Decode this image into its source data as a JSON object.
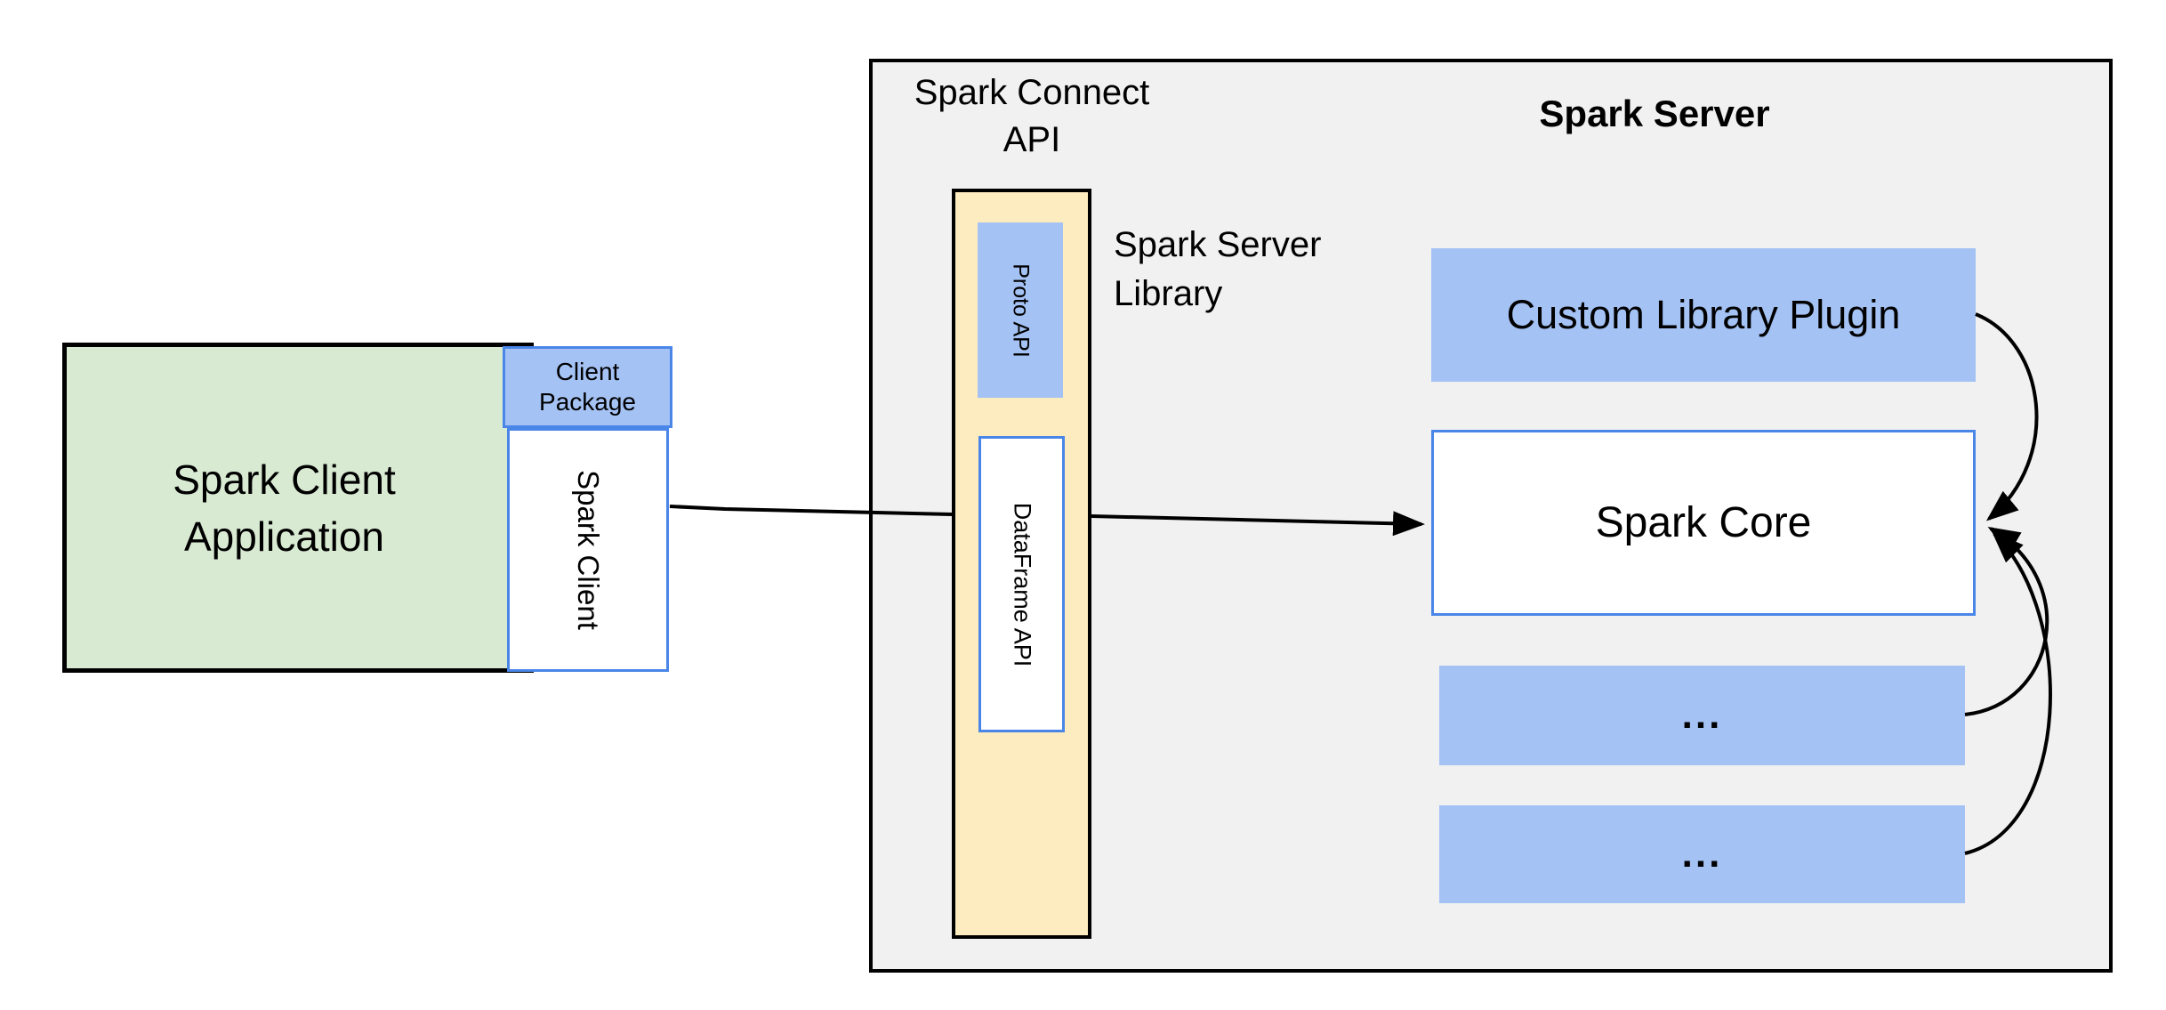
{
  "colors": {
    "panel-fill": "#f1f1f2",
    "panel-border": "#000000",
    "green-fill": "#d9ead3",
    "blue-fill": "#a4c2f4",
    "blue-border": "#4a86e8",
    "yellow-fill": "#fdecbf",
    "arrow": "#000000",
    "text": "#000000"
  },
  "client": {
    "application_label_lines": [
      "Spark Client",
      "Application"
    ],
    "package_label_lines": [
      "Client",
      "Package"
    ],
    "spark_client_label": "Spark Client"
  },
  "connect_panel": {
    "api_label_lines": [
      "Spark Connect",
      "API"
    ],
    "proto_api_label": "Proto API",
    "dataframe_api_label": "DataFrame API",
    "server_library_label_lines": [
      "Spark Server",
      "Library"
    ]
  },
  "server": {
    "title": "Spark Server",
    "custom_library_plugin_label": "Custom Library Plugin",
    "spark_core_label": "Spark Core",
    "ellipsis_box_1_label": "...",
    "ellipsis_box_2_label": "..."
  }
}
